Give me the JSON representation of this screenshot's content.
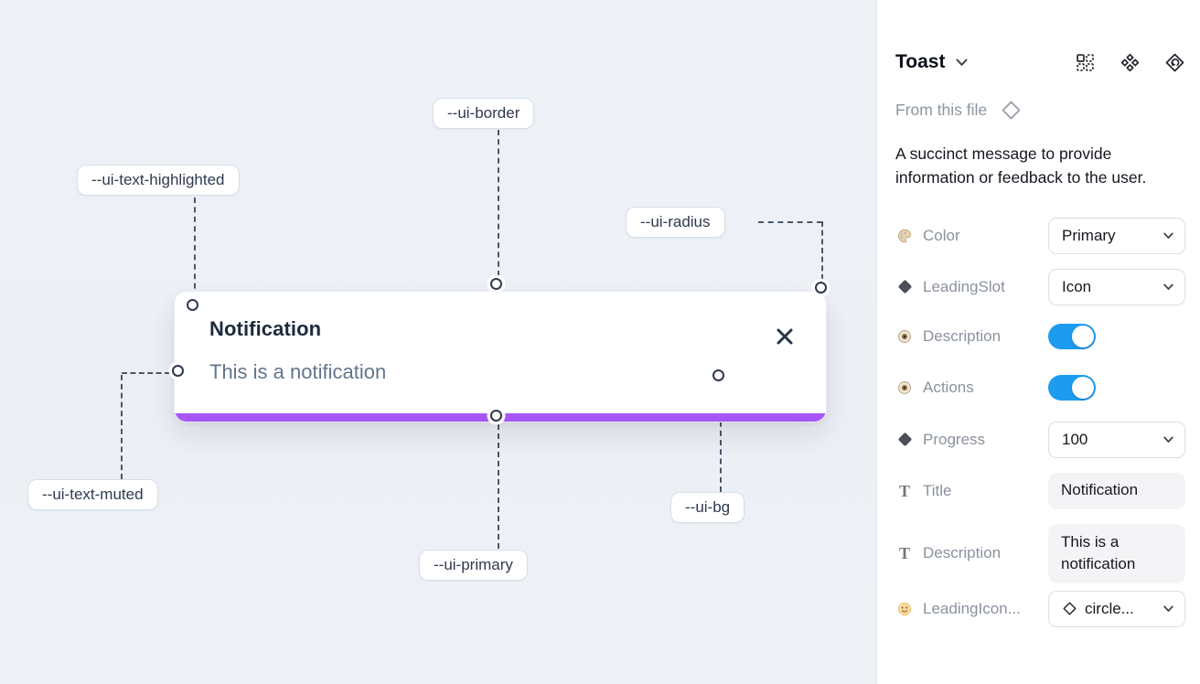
{
  "canvas": {
    "toast": {
      "title": "Notification",
      "description": "This is a notification",
      "close_icon": "close-icon",
      "progress_color": "#a855f7"
    },
    "annotations": [
      {
        "label": "--ui-text-highlighted"
      },
      {
        "label": "--ui-border"
      },
      {
        "label": "--ui-radius"
      },
      {
        "label": "--ui-text-muted"
      },
      {
        "label": "--ui-primary"
      },
      {
        "label": "--ui-bg"
      }
    ]
  },
  "panel": {
    "header": {
      "title": "Toast",
      "chevron_icon": "chevron-down-icon",
      "icons": [
        "component-props-icon",
        "component-icon",
        "swap-instance-icon"
      ]
    },
    "source": {
      "label": "From this file",
      "icon": "diamond-outline-icon"
    },
    "description": "A succinct message to provide information or feedback to the user.",
    "properties": [
      {
        "icon": "palette-icon",
        "label": "Color",
        "control": {
          "type": "select",
          "value": "Primary"
        }
      },
      {
        "icon": "diamond-icon",
        "label": "LeadingSlot",
        "control": {
          "type": "select",
          "value": "Icon"
        }
      },
      {
        "icon": "eye-icon",
        "label": "Description",
        "control": {
          "type": "toggle",
          "value": true
        }
      },
      {
        "icon": "eye-icon",
        "label": "Actions",
        "control": {
          "type": "toggle",
          "value": true
        }
      },
      {
        "icon": "diamond-icon",
        "label": "Progress",
        "control": {
          "type": "select",
          "value": "100"
        }
      },
      {
        "icon": "text-icon",
        "label": "Title",
        "control": {
          "type": "text",
          "value": "Notification"
        }
      },
      {
        "icon": "text-icon",
        "label": "Description",
        "control": {
          "type": "text",
          "value": "This is a notification"
        }
      },
      {
        "icon": "smiley-icon",
        "label": "LeadingIcon...",
        "control": {
          "type": "select",
          "value": "circle...",
          "value_icon": "diamond-outline-icon"
        }
      }
    ],
    "colors": {
      "toggle_on": "#1d9bf0",
      "primary": "#a855f7"
    }
  }
}
